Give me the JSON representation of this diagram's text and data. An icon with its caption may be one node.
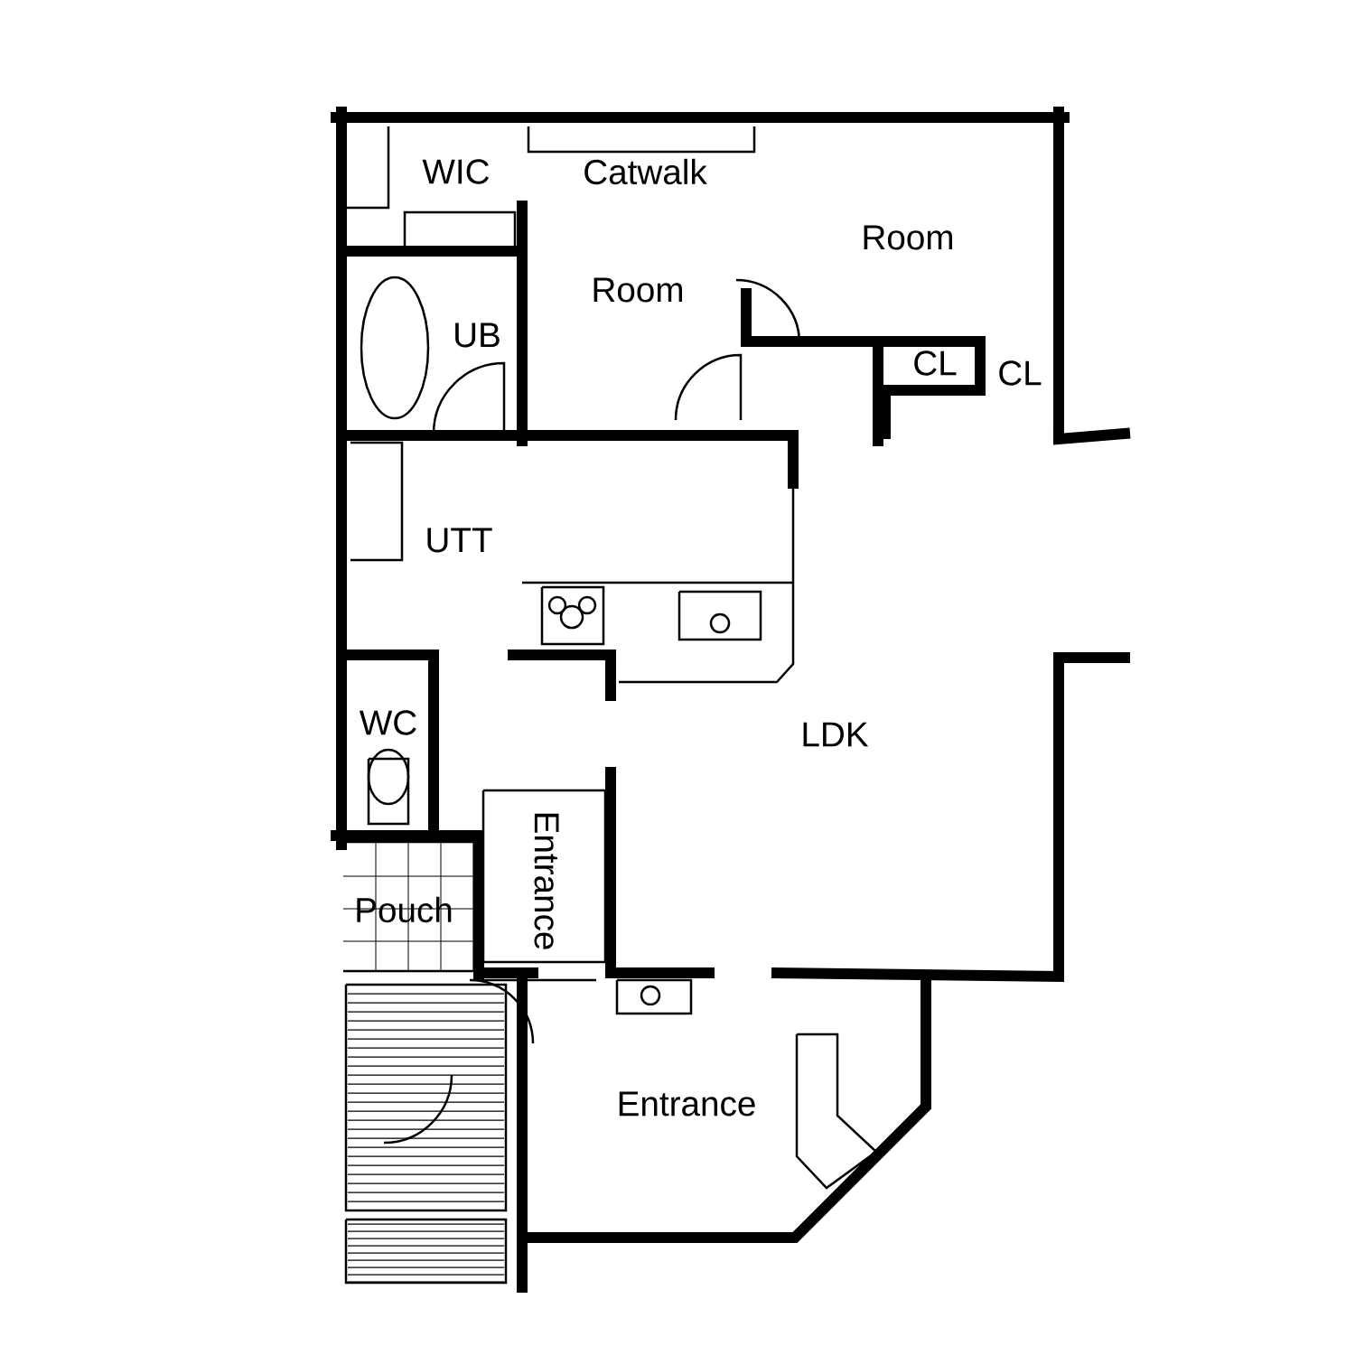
{
  "diagram": {
    "labels": [
      "WIC",
      "Catwalk",
      "Room",
      "Room",
      "UB",
      "CL",
      "CL",
      "UTT",
      "WC",
      "LDK",
      "Entrance",
      "Pouch",
      "Entrance"
    ]
  }
}
